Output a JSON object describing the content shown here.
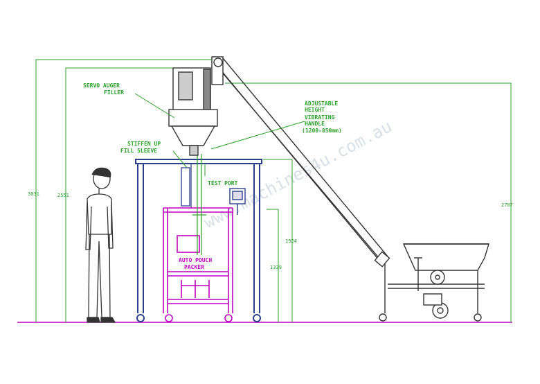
{
  "labels": {
    "servo_auger_filler": [
      "SERVO AUGER",
      "FILLER"
    ],
    "adjustable_height": [
      "ADJUSTABLE",
      "HEIGHT",
      "VIBRATING",
      "HANDLE",
      "(1200-850mm)"
    ],
    "stiffen_up_fill_sleeve": [
      "STIFFEN UP",
      "FILL SLEEVE"
    ],
    "test_port": "TEST PORT",
    "auto_pouch_packer": [
      "AUTO POUCH",
      "PACKER"
    ]
  },
  "dimensions": {
    "overall_height": "3031",
    "filler_height": "2551",
    "frame_height": "1924",
    "table_height": "1339",
    "conveyor_height": "2787"
  },
  "watermark": "www.machines4u.com.au",
  "colors": {
    "line_green": "#2aa02a",
    "machine_blue": "#2c3f8f",
    "packer_magenta": "#c000c0",
    "dark": "#333333"
  }
}
